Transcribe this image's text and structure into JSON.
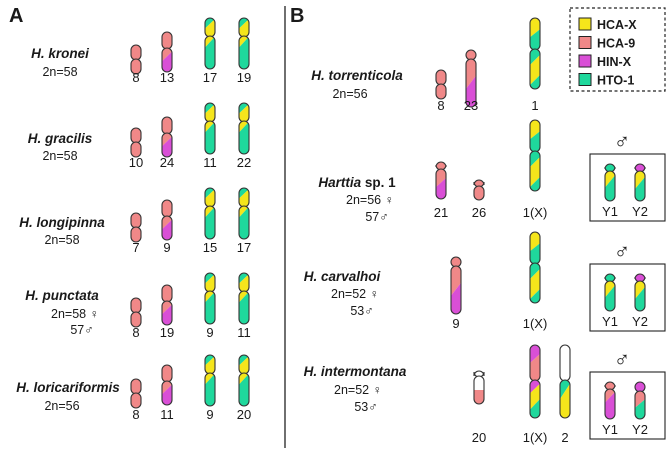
{
  "colors": {
    "HCA-X": "#f5e51b",
    "HCA-9": "#f08888",
    "HIN-X": "#d94fd6",
    "HTO-1": "#1fd89c",
    "blank": "#ffffff",
    "outline": "#333333"
  },
  "panel_a": {
    "letter": "A",
    "species": [
      {
        "name": "H. kronei",
        "count_lines": [
          "2n=58"
        ],
        "chromosomes": [
          {
            "label": "8",
            "type": "pair"
          },
          {
            "label": "13",
            "type": "pairstripe"
          },
          {
            "label": "17",
            "type": "a"
          },
          {
            "label": "19",
            "type": "a"
          }
        ]
      },
      {
        "name": "H. gracilis",
        "count_lines": [
          "2n=58"
        ],
        "chromosomes": [
          {
            "label": "10",
            "type": "pair"
          },
          {
            "label": "24",
            "type": "pairstripe"
          },
          {
            "label": "11",
            "type": "a"
          },
          {
            "label": "22",
            "type": "a"
          }
        ]
      },
      {
        "name": "H. longipinna",
        "count_lines": [
          "2n=58"
        ],
        "chromosomes": [
          {
            "label": "7",
            "type": "pair"
          },
          {
            "label": "9",
            "type": "pairstripe"
          },
          {
            "label": "15",
            "type": "a"
          },
          {
            "label": "17",
            "type": "a"
          }
        ]
      },
      {
        "name": "H. punctata",
        "count_lines": [
          "2n=58 ♀",
          "57♂"
        ],
        "chromosomes": [
          {
            "label": "8",
            "type": "pair"
          },
          {
            "label": "19",
            "type": "pairstripe"
          },
          {
            "label": "9",
            "type": "a"
          },
          {
            "label": "11",
            "type": "a"
          }
        ]
      },
      {
        "name": "H. loricariformis",
        "count_lines": [
          "2n=56"
        ],
        "chromosomes": [
          {
            "label": "8",
            "type": "pair"
          },
          {
            "label": "11",
            "type": "pairstripe"
          },
          {
            "label": "9",
            "type": "a"
          },
          {
            "label": "20",
            "type": "a"
          }
        ]
      }
    ]
  },
  "panel_b": {
    "letter": "B",
    "species": [
      {
        "name_italic": "H. torrenticola",
        "name_plain": "",
        "count_lines": [
          "2n=56"
        ],
        "chromosomes": [
          {
            "label": "8",
            "type": "pair"
          },
          {
            "label": "23",
            "type": "tallstripe"
          },
          {
            "label": "1",
            "type": "b1"
          }
        ],
        "male_box": null
      },
      {
        "name_italic": "Harttia",
        "name_plain": " sp. 1",
        "count_lines": [
          "2n=56 ♀",
          "57♂"
        ],
        "chromosomes": [
          {
            "label": "21",
            "type": "medstripe"
          },
          {
            "label": "26",
            "type": "small"
          },
          {
            "label": "1(X)",
            "type": "b1"
          }
        ],
        "male_box": {
          "symbol": "♂",
          "labels": [
            "Y1",
            "Y2"
          ]
        }
      },
      {
        "name_italic": "H. carvalhoi",
        "name_plain": "",
        "count_lines": [
          "2n=52 ♀",
          "53♂"
        ],
        "chromosomes": [
          {
            "label": "9",
            "type": "tallstripe"
          },
          {
            "label": "1(X)",
            "type": "b1"
          }
        ],
        "male_box": {
          "symbol": "♂",
          "labels": [
            "Y1",
            "Y2"
          ]
        }
      },
      {
        "name_italic": "H. intermontana",
        "name_plain": "",
        "count_lines": [
          "2n=52 ♀",
          "53♂"
        ],
        "chromosomes": [
          {
            "label": "20",
            "type": "blank20"
          },
          {
            "label": "1(X)",
            "type": "x4"
          },
          {
            "label": "2",
            "type": "blank2"
          }
        ],
        "male_box": {
          "symbol": "♂",
          "labels": [
            "Y1",
            "Y2"
          ]
        }
      }
    ]
  },
  "legend": [
    {
      "label": "HCA-X",
      "color": "#f5e51b"
    },
    {
      "label": "HCA-9",
      "color": "#f08888"
    },
    {
      "label": "HIN-X",
      "color": "#d94fd6"
    },
    {
      "label": "HTO-1",
      "color": "#1fd89c"
    }
  ]
}
